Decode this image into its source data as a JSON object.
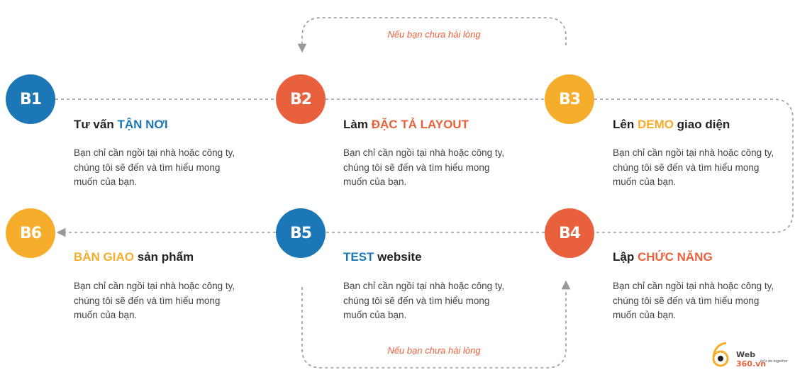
{
  "colors": {
    "blue": "#1b77b5",
    "orange": "#e8613c",
    "yellow": "#f5ad2b",
    "dash": "#999999"
  },
  "steps": [
    {
      "badge": "B1",
      "badge_color": "blue",
      "title_parts": [
        {
          "text": "Tư vấn ",
          "accent": false
        },
        {
          "text": "TẬN NƠI",
          "accent": true
        }
      ],
      "accent_color": "blue",
      "desc": [
        "Bạn chỉ cần ngồi tại nhà hoặc công ty,",
        "chúng tôi sẽ đến và tìm hiểu mong",
        "muốn của bạn."
      ]
    },
    {
      "badge": "B2",
      "badge_color": "orange",
      "title_parts": [
        {
          "text": "Làm ",
          "accent": false
        },
        {
          "text": "ĐẶC TẢ LAYOUT",
          "accent": true
        }
      ],
      "accent_color": "orange",
      "desc": [
        "Bạn chỉ cần ngồi tại nhà hoặc công ty,",
        "chúng tôi sẽ đến và tìm hiểu mong",
        "muốn của bạn."
      ]
    },
    {
      "badge": "B3",
      "badge_color": "yellow",
      "title_parts": [
        {
          "text": "Lên ",
          "accent": false
        },
        {
          "text": "DEMO",
          "accent": true
        },
        {
          "text": " giao diện",
          "accent": false
        }
      ],
      "accent_color": "yellow",
      "desc": [
        "Bạn chỉ cần ngồi tại nhà hoặc công ty,",
        "chúng tôi sẽ đến và tìm hiểu mong",
        "muốn của bạn."
      ]
    },
    {
      "badge": "B4",
      "badge_color": "orange",
      "title_parts": [
        {
          "text": "Lập ",
          "accent": false
        },
        {
          "text": "CHỨC NĂNG",
          "accent": true
        }
      ],
      "accent_color": "orange",
      "desc": [
        "Bạn chỉ cần ngồi tại nhà hoặc công ty,",
        "chúng tôi sẽ đến và tìm hiểu mong",
        "muốn của bạn."
      ]
    },
    {
      "badge": "B5",
      "badge_color": "blue",
      "title_parts": [
        {
          "text": "TEST",
          "accent": true
        },
        {
          "text": " website",
          "accent": false
        }
      ],
      "accent_color": "blue",
      "desc": [
        "Bạn chỉ cần ngồi tại nhà hoặc công ty,",
        "chúng tôi sẽ đến và tìm hiểu mong",
        "muốn của bạn."
      ]
    },
    {
      "badge": "B6",
      "badge_color": "yellow",
      "title_parts": [
        {
          "text": "BÀN GIAO",
          "accent": true
        },
        {
          "text": " sản phẩm",
          "accent": false
        }
      ],
      "accent_color": "yellow",
      "desc": [
        "Bạn chỉ cần ngồi tại nhà hoặc công ty,",
        "chúng tôi sẽ đến và tìm hiểu mong",
        "muốn của bạn."
      ]
    }
  ],
  "loops": {
    "top_label": "Nếu bạn chưa hài lòng",
    "bottom_label": "Nếu bạn chưa hài lòng"
  },
  "logo": {
    "text": "Web",
    "sub": "360.vn",
    "tagline": "let's do together"
  }
}
